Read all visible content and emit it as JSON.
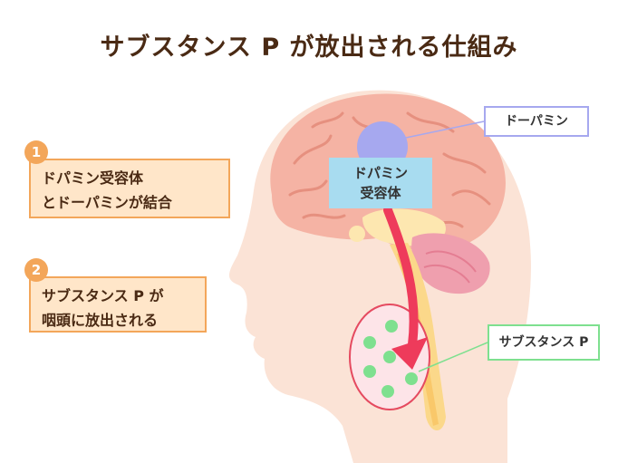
{
  "title": "サブスタンス P が放出される仕組み",
  "steps": [
    {
      "number": "1",
      "lines": [
        "ドパミン受容体",
        "とドーパミンが結合"
      ]
    },
    {
      "number": "2",
      "lines": [
        "サブスタンス P が",
        "咽頭に放出される"
      ]
    }
  ],
  "labels": {
    "dopamine": "ドーパミン",
    "receptor_line1": "ドパミン",
    "receptor_line2": "受容体",
    "substance_p": "サブスタンス P"
  },
  "colors": {
    "skin": "#fbe3d6",
    "brain": "#f5b3a4",
    "arrow": "#ee3b5b",
    "dopamine": "#a6a8ef",
    "receptor": "#a8dcf0",
    "granule": "#7ee08f",
    "step_border": "#f3a65a",
    "step_fill": "#ffe6c9"
  }
}
